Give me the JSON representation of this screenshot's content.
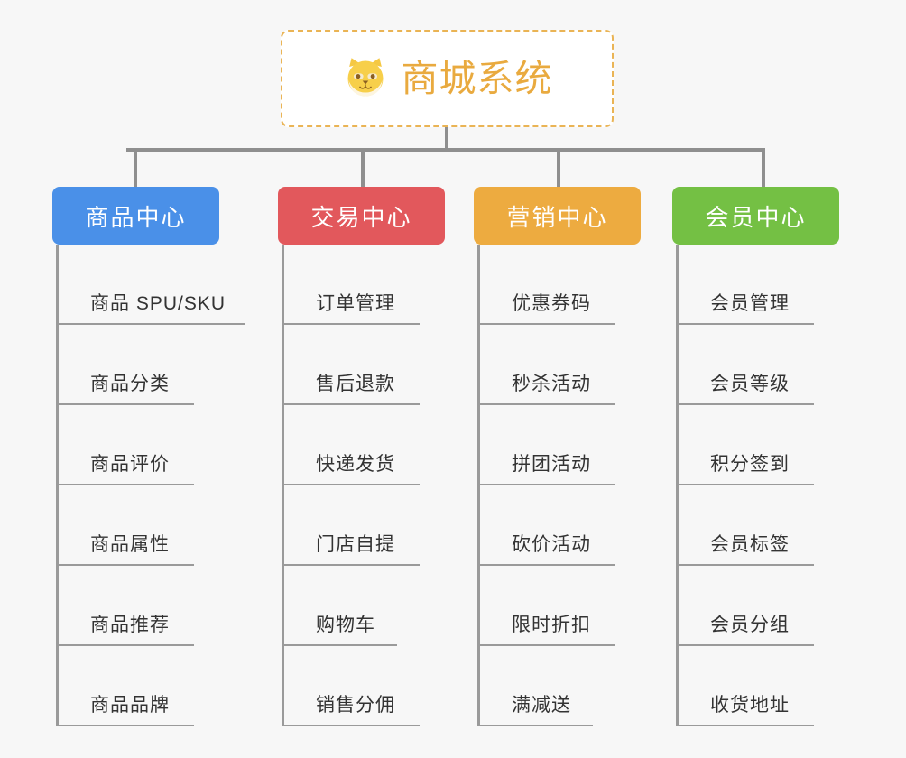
{
  "background_color": "#f7f7f7",
  "root": {
    "title": "商城系统",
    "icon": "shiba-dog-face-icon",
    "text_color": "#e9aa3f",
    "border_color": "#eab455"
  },
  "connector_color": "#8f8f8f",
  "columns": [
    {
      "title": "商品中心",
      "color": "#4a90e8",
      "items": [
        "商品 SPU/SKU",
        "商品分类",
        "商品评价",
        "商品属性",
        "商品推荐",
        "商品品牌"
      ]
    },
    {
      "title": "交易中心",
      "color": "#e2585c",
      "items": [
        "订单管理",
        "售后退款",
        "快递发货",
        "门店自提",
        "购物车",
        "销售分佣"
      ]
    },
    {
      "title": "营销中心",
      "color": "#edab40",
      "items": [
        "优惠券码",
        "秒杀活动",
        "拼团活动",
        "砍价活动",
        "限时折扣",
        "满减送"
      ]
    },
    {
      "title": "会员中心",
      "color": "#74c044",
      "items": [
        "会员管理",
        "会员等级",
        "积分签到",
        "会员标签",
        "会员分组",
        "收货地址"
      ]
    }
  ]
}
